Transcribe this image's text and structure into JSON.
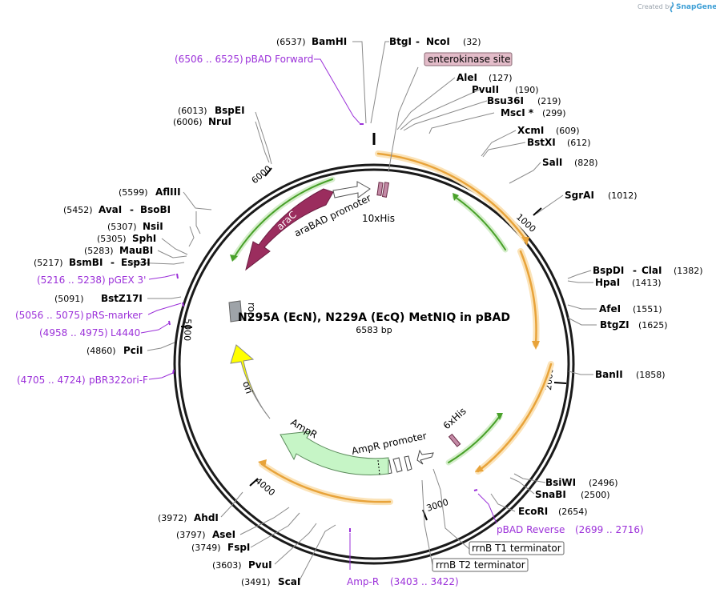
{
  "credit": {
    "text": "Created by",
    "brand": "SnapGene"
  },
  "title": "N295A (EcN), N229A (EcQ) MetNIQ in pBAD",
  "size": "6583 bp",
  "ticks": [
    "1000",
    "2000",
    "3000",
    "4000",
    "5000",
    "6000"
  ],
  "features": {
    "araC": "araC",
    "araBAD": "araBAD promoter",
    "his10": "10xHis",
    "his6": "6xHis",
    "ampR": "AmpR",
    "ampR_promoter": "AmpR promoter",
    "ori": "ori",
    "rop": "rop"
  },
  "boxed_labels": {
    "enterokinase": "enterokinase site",
    "rrnB_T1": "rrnB T1 terminator",
    "rrnB_T2": "rrnB T2 terminator"
  },
  "sites": {
    "bamHI": {
      "pos": "(6537)",
      "name": "BamHI"
    },
    "btgI": {
      "name": "BtgI"
    },
    "ncoI": {
      "name": "NcoI",
      "pos": "(32)"
    },
    "aleI": {
      "name": "AleI",
      "pos": "(127)"
    },
    "pvuII": {
      "name": "PvuII",
      "pos": "(190)"
    },
    "bsu36I": {
      "name": "Bsu36I",
      "pos": "(219)"
    },
    "mscI": {
      "name": "MscI *",
      "pos": "(299)"
    },
    "xcmI": {
      "name": "XcmI",
      "pos": "(609)"
    },
    "bstXI": {
      "name": "BstXI",
      "pos": "(612)"
    },
    "salI": {
      "name": "SalI",
      "pos": "(828)"
    },
    "sgrAI": {
      "name": "SgrAI",
      "pos": "(1012)"
    },
    "bspDI": {
      "name": "BspDI"
    },
    "claI": {
      "name": "ClaI",
      "pos": "(1382)"
    },
    "hpaI": {
      "name": "HpaI",
      "pos": "(1413)"
    },
    "afeI": {
      "name": "AfeI",
      "pos": "(1551)"
    },
    "btgZI": {
      "name": "BtgZI",
      "pos": "(1625)"
    },
    "banII": {
      "name": "BanII",
      "pos": "(1858)"
    },
    "bsiWI": {
      "name": "BsiWI",
      "pos": "(2496)"
    },
    "snaBI": {
      "name": "SnaBI",
      "pos": "(2500)"
    },
    "ecoRI": {
      "name": "EcoRI",
      "pos": "(2654)"
    },
    "bspEI": {
      "pos": "(6013)",
      "name": "BspEI"
    },
    "nruI": {
      "pos": "(6006)",
      "name": "NruI"
    },
    "aflIII": {
      "pos": "(5599)",
      "name": "AflIII"
    },
    "avaI": {
      "pos": "(5452)",
      "name": "AvaI"
    },
    "bsoBI": {
      "name": "BsoBI"
    },
    "nsiI": {
      "pos": "(5307)",
      "name": "NsiI"
    },
    "sphI": {
      "pos": "(5305)",
      "name": "SphI"
    },
    "mauBI": {
      "pos": "(5283)",
      "name": "MauBI"
    },
    "bsmBI": {
      "pos": "(5217)",
      "name": "BsmBI"
    },
    "esp3I": {
      "name": "Esp3I"
    },
    "bstZ17I": {
      "pos": "(5091)",
      "name": "BstZ17I"
    },
    "pciI": {
      "pos": "(4860)",
      "name": "PciI"
    },
    "ahdI": {
      "pos": "(3972)",
      "name": "AhdI"
    },
    "aseI": {
      "pos": "(3797)",
      "name": "AseI"
    },
    "fspI": {
      "pos": "(3749)",
      "name": "FspI"
    },
    "pvuI": {
      "pos": "(3603)",
      "name": "PvuI"
    },
    "scaI": {
      "pos": "(3491)",
      "name": "ScaI"
    }
  },
  "primers": {
    "pBAD_Forward": {
      "range": "(6506 .. 6525)",
      "name": "pBAD Forward"
    },
    "pGEX3": {
      "range": "(5216 .. 5238)",
      "name": "pGEX 3'"
    },
    "pRS_marker": {
      "range": "(5056 .. 5075)",
      "name": "pRS-marker"
    },
    "L4440": {
      "range": "(4958 .. 4975)",
      "name": "L4440"
    },
    "pBR322ori": {
      "range": "(4705 .. 4724)",
      "name": "pBR322ori-F"
    },
    "pBAD_Reverse": {
      "name": "pBAD Reverse",
      "range": "(2699 .. 2716)"
    },
    "AmpR_primer": {
      "name": "Amp-R",
      "range": "(3403 .. 3422)"
    }
  },
  "colors": {
    "backbone": "#1a1a1a",
    "orf": "#e8a33a",
    "orf_glow": "#fbe3b8",
    "araC": "#9b2d5e",
    "ampR": "#c6f5c6",
    "ori": "#ffff00",
    "green_arrow": "#49a12a",
    "primer": "#9b30d9",
    "his_tag": "#c48aa6",
    "rop": "#9ea3a8"
  }
}
